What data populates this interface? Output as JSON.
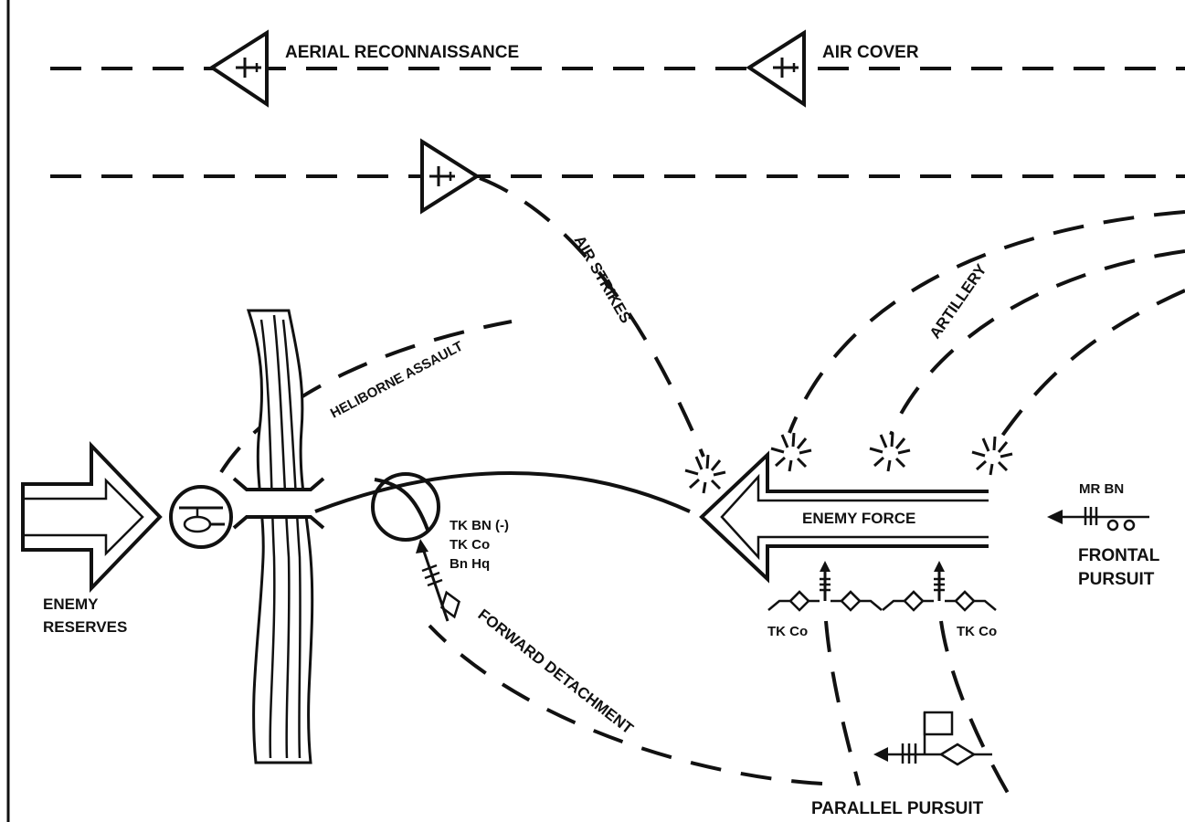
{
  "labels": {
    "aerial_reconnaissance": "AERIAL RECONNAISSANCE",
    "air_cover": "AIR COVER",
    "air_strikes": "AIR STRIKES",
    "artillery": "ARTILLERY",
    "heliborne_assault": "HELIBORNE ASSAULT",
    "enemy_force": "ENEMY FORCE",
    "enemy_reserves_line1": "ENEMY",
    "enemy_reserves_line2": "RESERVES",
    "tk_bn": "TK BN (-)",
    "tk_co": "TK Co",
    "bn_hq": "Bn Hq",
    "tk_co_left": "TK Co",
    "tk_co_right": "TK Co",
    "mr_bn": "MR BN",
    "frontal_pursuit_line1": "FRONTAL",
    "frontal_pursuit_line2": "PURSUIT",
    "forward_detachment": "FORWARD DETACHMENT",
    "parallel_pursuit": "PARALLEL PURSUIT"
  },
  "colors": {
    "ink": "#111111",
    "paper": "#ffffff"
  },
  "icons": [
    "aircraft-icon",
    "helicopter-icon",
    "explosion-icon",
    "tank-unit-icon",
    "bridge-icon",
    "river",
    "command-flag-icon"
  ]
}
